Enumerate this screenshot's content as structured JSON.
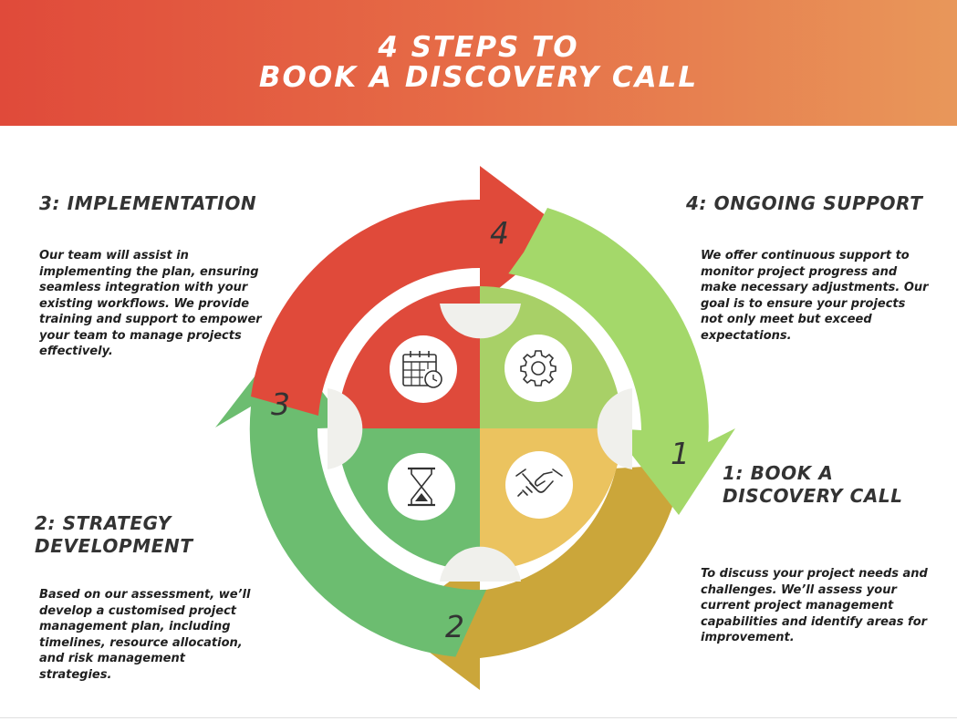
{
  "header": {
    "title_line1": "4 STEPS TO",
    "title_line2": "BOOK A DISCOVERY CALL"
  },
  "steps": [
    {
      "number": "1",
      "heading": "1: BOOK A DISCOVERY CALL",
      "description": "To discuss your project needs and challenges. We’ll assess your current project management capabilities and identify areas for improvement.",
      "color": "#cba63a",
      "quadrant_color": "#ebc35f",
      "icon": "handshake-icon"
    },
    {
      "number": "2",
      "heading": "2: STRATEGY DEVELOPMENT",
      "description": "Based on our assessment, we’ll develop a customised project management plan, including timelines, resource allocation, and risk management strategies.",
      "color": "#6cbd70",
      "quadrant_color": "#6cbd70",
      "icon": "hourglass-icon"
    },
    {
      "number": "3",
      "heading": "3: IMPLEMENTATION",
      "description": "Our team will assist in implementing the plan, ensuring seamless integration with your existing workflows. We provide training and support to empower your team to manage projects effectively.",
      "color": "#e04a3a",
      "quadrant_color": "#df4a3b",
      "icon": "calendar-clock-icon"
    },
    {
      "number": "4",
      "heading": "4: ONGOING SUPPORT",
      "description": "We offer continuous support to monitor project progress and make necessary adjustments. Our goal is to ensure your projects not only meet but exceed expectations.",
      "color": "#a4d86a",
      "quadrant_color": "#a8d067",
      "icon": "gear-icon"
    }
  ],
  "colors": {
    "header_start": "#e04a3a",
    "header_end": "#e8975a",
    "notch": "#f0f0ec"
  }
}
